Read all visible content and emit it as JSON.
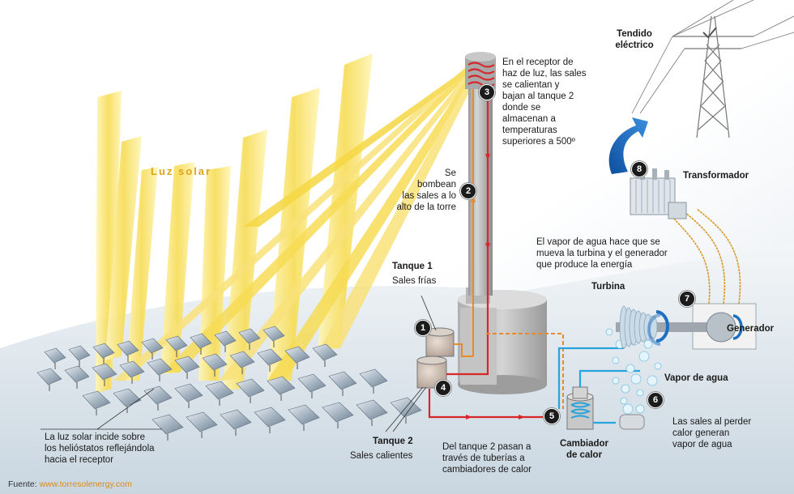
{
  "sun_label": "Luz solar",
  "steps": [
    {
      "n": "1",
      "label": "1"
    },
    {
      "n": "2",
      "label": "2"
    },
    {
      "n": "3",
      "label": "3"
    },
    {
      "n": "4",
      "label": "4"
    },
    {
      "n": "5",
      "label": "5"
    },
    {
      "n": "6",
      "label": "6"
    },
    {
      "n": "7",
      "label": "7"
    },
    {
      "n": "8",
      "label": "8"
    }
  ],
  "texts": {
    "receptor": [
      "En el receptor de",
      "haz de luz, las sales",
      "se calientan  y",
      "bajan al tanque 2",
      "donde se",
      "almacenan a",
      "temperaturas",
      "superiores a 500º"
    ],
    "bombean": [
      "Se",
      "bombean",
      "las sales a lo",
      "alto de la torre"
    ],
    "tanque1_title": "Tanque 1",
    "tanque1_sub": "Sales frías",
    "tanque2_title": "Tanque 2",
    "tanque2_sub": "Sales calientes",
    "heliostatos": [
      "La luz solar incide sobre",
      "los helióstatos reflejándola",
      "hacia el receptor"
    ],
    "tuberias": [
      "Del tanque 2 pasan a",
      "través de tuberías a",
      "cambiadores de calor"
    ],
    "cambiador": [
      "Cambiador",
      "de calor"
    ],
    "sales_vapor": [
      "Las sales al perder",
      "calor generan",
      "vapor de agua"
    ],
    "vapor_agua": "Vapor de agua",
    "turbina": "Turbina",
    "generador": "Generador",
    "vapor_turbina": [
      "El vapor de agua hace que se",
      "mueva la turbina y el generador",
      "que produce la energía"
    ],
    "transformador": "Transformador",
    "tendido": [
      "Tendido",
      "eléctrico"
    ]
  },
  "source": {
    "prefix": "Fuente: ",
    "link": "www.torresolenergy.com"
  },
  "colors": {
    "sun": "#f4d23e",
    "hot_pipe": "#d8262a",
    "cold_pipe": "#e8892a",
    "water": "#29a3dc",
    "arrow": "#1e6fc0"
  }
}
